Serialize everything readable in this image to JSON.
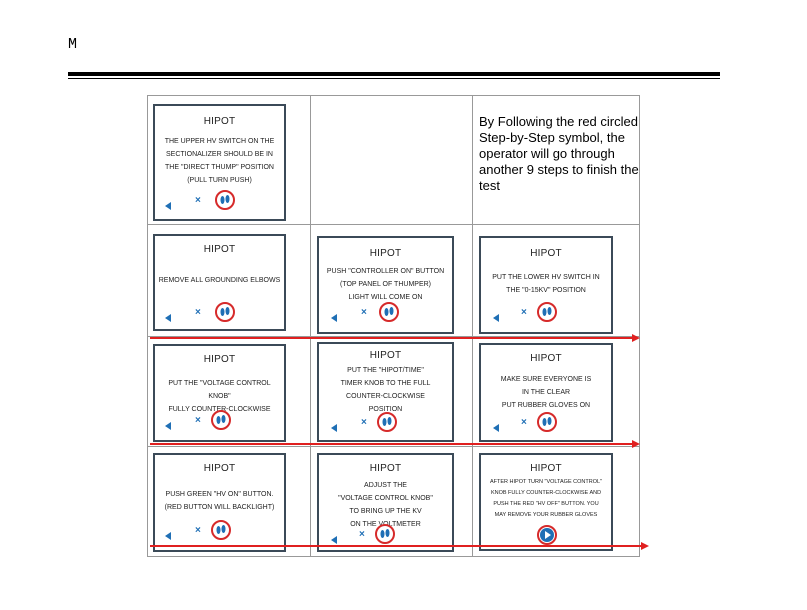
{
  "header": {
    "mark": "M"
  },
  "info": {
    "text": "By Following the red circled Step-by-Step symbol, the operator will go through another 9 steps to finish the test"
  },
  "panels": [
    {
      "title": "HIPOT",
      "lines": [
        "THE UPPER HV SWITCH ON THE",
        "SECTIONALIZER SHOULD BE IN",
        "THE \"DIRECT THUMP\" POSITION",
        "(PULL TURN PUSH)"
      ]
    },
    {
      "title": "HIPOT",
      "lines": [
        "REMOVE ALL GROUNDING ELBOWS"
      ]
    },
    {
      "title": "HIPOT",
      "lines": [
        "PUSH \"CONTROLLER ON\" BUTTON",
        "(TOP PANEL OF THUMPER)",
        "LIGHT WILL COME ON"
      ]
    },
    {
      "title": "HIPOT",
      "lines": [
        "PUT THE LOWER HV SWITCH IN",
        "THE \"0-15kV\" POSITION"
      ]
    },
    {
      "title": "HIPOT",
      "lines": [
        "PUT THE \"VOLTAGE CONTROL KNOB\"",
        "FULLY COUNTER-CLOCKWISE"
      ]
    },
    {
      "title": "HIPOT",
      "lines": [
        "PUT THE \"HIPOT/TIME\"",
        "TIMER KNOB TO THE FULL",
        "COUNTER-CLOCKWISE",
        "POSITION"
      ]
    },
    {
      "title": "HIPOT",
      "lines": [
        "MAKE SURE EVERYONE IS",
        "IN THE CLEAR",
        "PUT RUBBER GLOVES ON"
      ]
    },
    {
      "title": "HIPOT",
      "lines": [
        "PUSH GREEN \"HV ON\" BUTTON.",
        "(RED BUTTON WILL BACKLIGHT)"
      ]
    },
    {
      "title": "HIPOT",
      "lines": [
        "ADJUST THE",
        "\"VOLTAGE CONTROL KNOB\"",
        "TO BRING UP THE KV",
        "ON THE VOLTMETER"
      ]
    },
    {
      "title": "HIPOT",
      "lines": [
        "AFTER HIPOT TURN \"VOLTAGE CONTROL\"",
        "KNOB FULLY COUNTER-CLOCKWISE AND",
        "PUSH THE RED \"HV OFF\" BUTTON. YOU",
        "MAY REMOVE YOUR RUBBER GLOVES"
      ]
    }
  ],
  "colors": {
    "accent_red": "#e02020",
    "nav_blue": "#1f6fb5",
    "panel_border": "#3b4a58"
  }
}
